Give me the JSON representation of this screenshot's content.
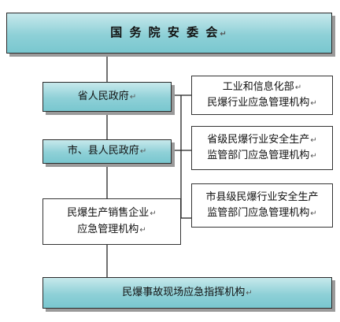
{
  "nodes": {
    "state_council_safety_committee": "国 务 院 安 委 会",
    "provincial_government": "省人民政府",
    "city_county_government": "市、县人民政府",
    "enterprise_emergency_org": [
      "民爆生产销售企业",
      "应急管理机构"
    ],
    "scene_command": "民爆事故现场应急指挥机构",
    "miit_emergency_org": [
      "工业和信息化部",
      "民爆行业应急管理机构"
    ],
    "provincial_supervision": [
      "省级民爆行业安全生产",
      "监管部门应急管理机构"
    ],
    "city_county_supervision": [
      "市县级民爆行业安全生产",
      "监管部门应急管理机构"
    ]
  },
  "mark_glyph": "↵"
}
